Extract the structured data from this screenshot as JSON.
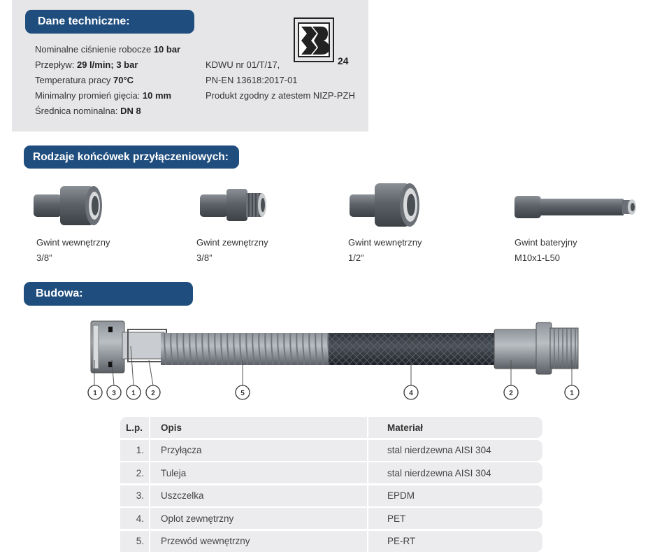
{
  "tech": {
    "title": "Dane techniczne:",
    "specs": [
      {
        "label": "Nominalne ciśnienie robocze ",
        "value": "10 bar"
      },
      {
        "label": "Przepływ: ",
        "value": "29 l/min; 3 bar"
      },
      {
        "label": "Temperatura pracy ",
        "value": "70°C"
      },
      {
        "label": "Minimalny promień gięcia: ",
        "value": "10 mm"
      },
      {
        "label": "Średnica nominalna: ",
        "value": "DN 8"
      }
    ],
    "cert": [
      "KDWU nr 01/T/17,",
      "PN-EN 13618:2017-01",
      "Produkt zgodny z atestem NIZP-PZH"
    ],
    "logo_suffix": "24"
  },
  "connectors": {
    "title": "Rodzaje końcówek przyłączeniowych:",
    "items": [
      {
        "name": "Gwint wewnętrzny",
        "size": "3/8”"
      },
      {
        "name": "Gwint zewnętrzny",
        "size": "3/8”"
      },
      {
        "name": "Gwint wewnętrzny",
        "size": "1/2”"
      },
      {
        "name": "Gwint bateryjny",
        "size": "M10x1-L50"
      }
    ]
  },
  "build": {
    "title": "Budowa:",
    "callouts": [
      "1",
      "3",
      "1",
      "2",
      "5",
      "4",
      "2",
      "1"
    ]
  },
  "table": {
    "headers": {
      "lp": "L.p.",
      "opis": "Opis",
      "mat": "Materiał"
    },
    "rows": [
      {
        "lp": "1.",
        "opis": "Przyłącza",
        "mat": "stal nierdzewna AISI 304"
      },
      {
        "lp": "2.",
        "opis": "Tuleja",
        "mat": "stal nierdzewna AISI 304"
      },
      {
        "lp": "3.",
        "opis": "Uszczelka",
        "mat": "EPDM"
      },
      {
        "lp": "4.",
        "opis": "Oplot zewnętrzny",
        "mat": "PET"
      },
      {
        "lp": "5.",
        "opis": "Przewód wewnętrzny",
        "mat": "PE-RT"
      }
    ]
  },
  "colors": {
    "accent": "#1f4e7e",
    "panel": "#e6e6e8",
    "row": "#ececee"
  }
}
